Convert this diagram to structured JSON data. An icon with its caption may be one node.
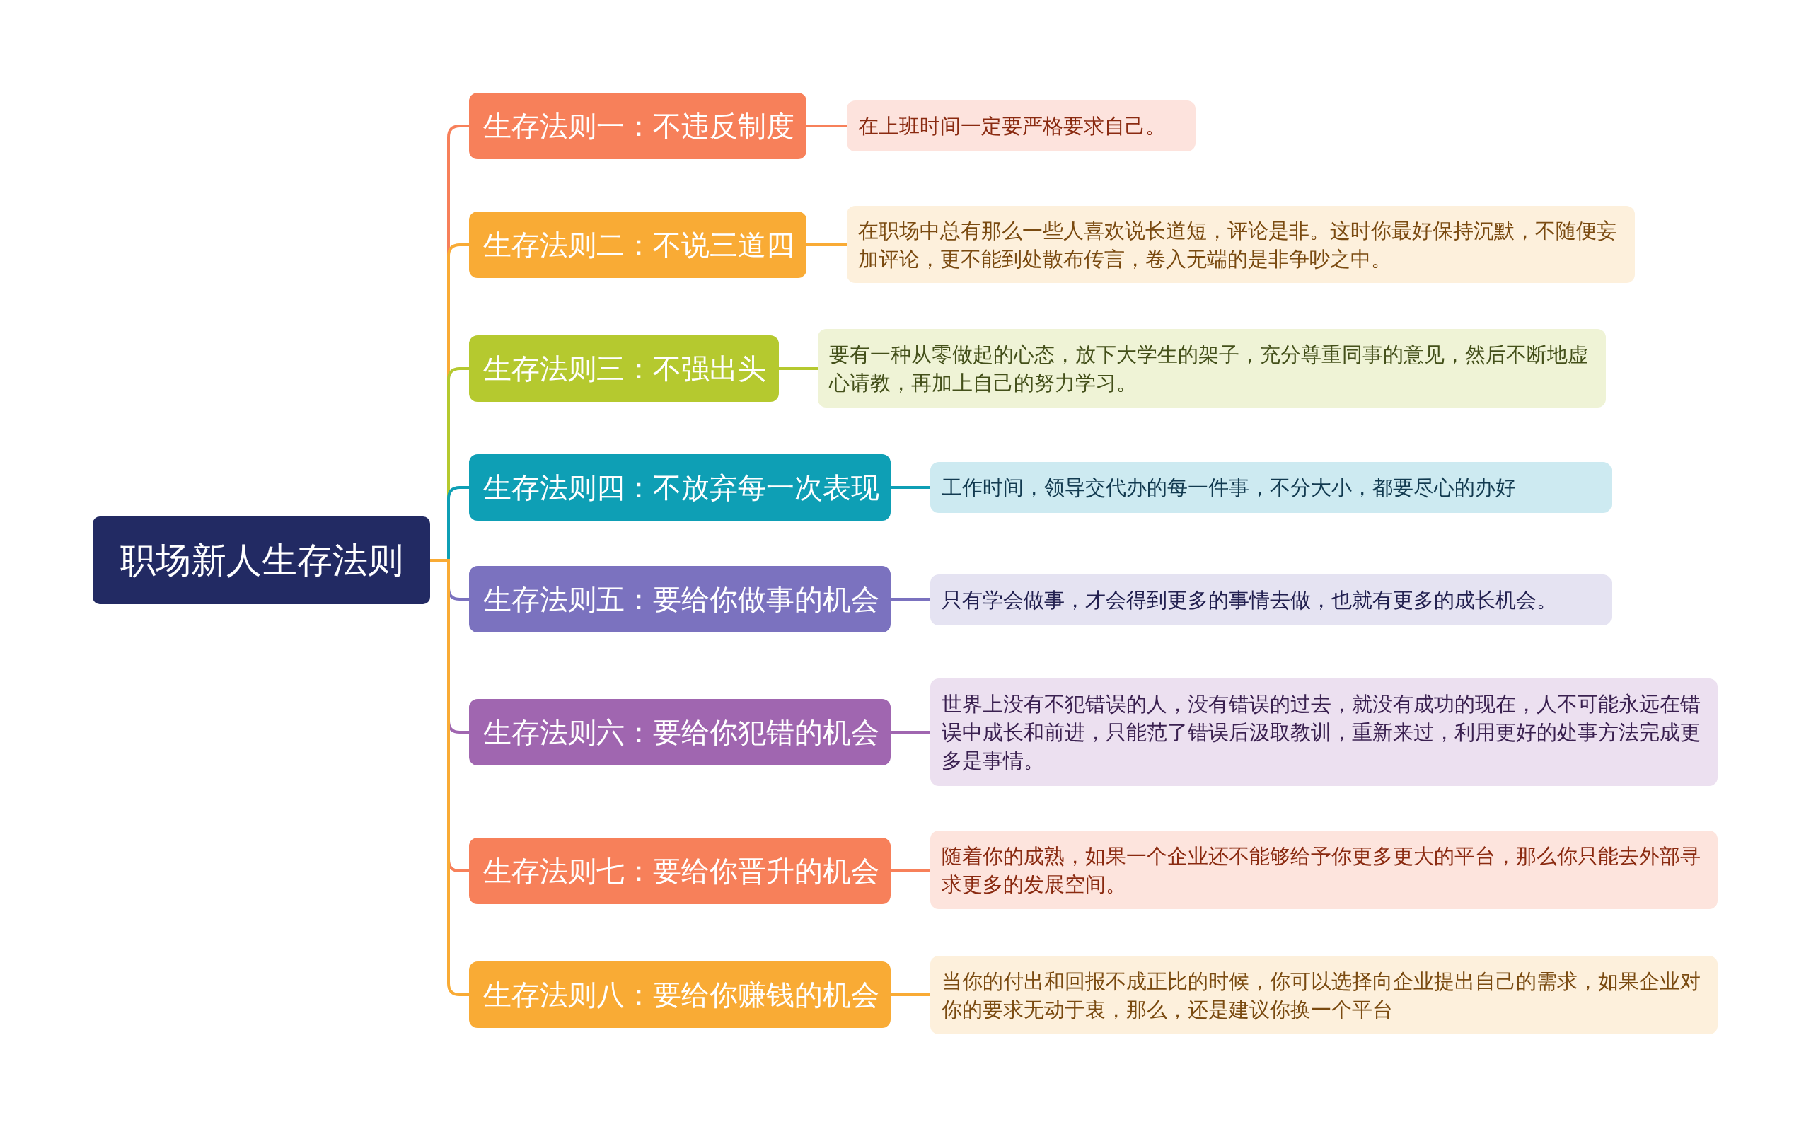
{
  "diagram": {
    "nodes": [
      {
        "text": [
          "职场新人生存法则"
        ]
      },
      {
        "text": [
          "生存法则一：不违反制度"
        ]
      },
      {
        "text": [
          "在上班时间一定要严格要求自己。"
        ]
      },
      {
        "text": [
          "生存法则二：不说三道四"
        ]
      },
      {
        "text": [
          "在职场中总有那么一些人喜欢说长道短，评论是非。这时你最好保持沉默，不随便妄加评论，更不能到处散布传言，卷入无端的是非争吵之中。"
        ]
      },
      {
        "text": [
          "生存法则三：不强出头"
        ]
      },
      {
        "text": [
          "要有一种从零做起的心态，放下大学生的架子，充分尊重同事的意见，然后不断地虚心请教，再加上自己的努力学习。"
        ]
      },
      {
        "text": [
          "生存法则四：不放弃每一次表现"
        ]
      },
      {
        "text": [
          "工作时间，领导交代办的每一件事，不分大小，都要尽心的办好"
        ]
      },
      {
        "text": [
          "生存法则五：要给你做事的机会"
        ]
      },
      {
        "text": [
          "只有学会做事，才会得到更多的事情去做，也就有更多的成长机会。"
        ]
      },
      {
        "text": [
          "生存法则六：要给你犯错的机会"
        ]
      },
      {
        "text": [
          "世界上没有不犯错误的人，没有错误的过去，就没有成功的现在，人不可能永远在错误中成长和前进，只能范了错误后汲取教训，重新来过，利用更好的处事方法完成更多是事情。"
        ]
      },
      {
        "text": [
          "生存法则七：要给你晋升的机会"
        ]
      },
      {
        "text": [
          "随着你的成熟，如果一个企业还不能够给予你更多更大的平台，那么你只能去外部寻求更多的发展空间。"
        ]
      },
      {
        "text": [
          "生存法则八：要给你赚钱的机会"
        ]
      },
      {
        "text": [
          "当你的付出和回报不成正比的时候，你可以选择向企业提出自己的需求，如果企业对你的要求无动于衷，那么，还是建议你换一个平台"
        ]
      }
    ],
    "edges": [
      {
        "from": 0,
        "to": 1,
        "arrow": "none",
        "color": "#f7805a"
      },
      {
        "from": 1,
        "to": 2,
        "arrow": "none",
        "color": "#f7805a"
      },
      {
        "from": 0,
        "to": 3,
        "arrow": "none",
        "color": "#f9ab35"
      },
      {
        "from": 3,
        "to": 4,
        "arrow": "none",
        "color": "#f9ab35"
      },
      {
        "from": 0,
        "to": 5,
        "arrow": "none",
        "color": "#b5c92f"
      },
      {
        "from": 5,
        "to": 6,
        "arrow": "none",
        "color": "#b5c92f"
      },
      {
        "from": 0,
        "to": 7,
        "arrow": "none",
        "color": "#0e9fb5"
      },
      {
        "from": 7,
        "to": 8,
        "arrow": "none",
        "color": "#0e9fb5"
      },
      {
        "from": 0,
        "to": 9,
        "arrow": "none",
        "color": "#7b72bf"
      },
      {
        "from": 9,
        "to": 10,
        "arrow": "none",
        "color": "#7b72bf"
      },
      {
        "from": 0,
        "to": 11,
        "arrow": "none",
        "color": "#a066b0"
      },
      {
        "from": 11,
        "to": 12,
        "arrow": "none",
        "color": "#a066b0"
      },
      {
        "from": 0,
        "to": 13,
        "arrow": "none",
        "color": "#f7805a"
      },
      {
        "from": 13,
        "to": 14,
        "arrow": "none",
        "color": "#f7805a"
      },
      {
        "from": 0,
        "to": 15,
        "arrow": "none",
        "color": "#f9ab35"
      },
      {
        "from": 15,
        "to": 16,
        "arrow": "none",
        "color": "#f9ab35"
      }
    ]
  }
}
